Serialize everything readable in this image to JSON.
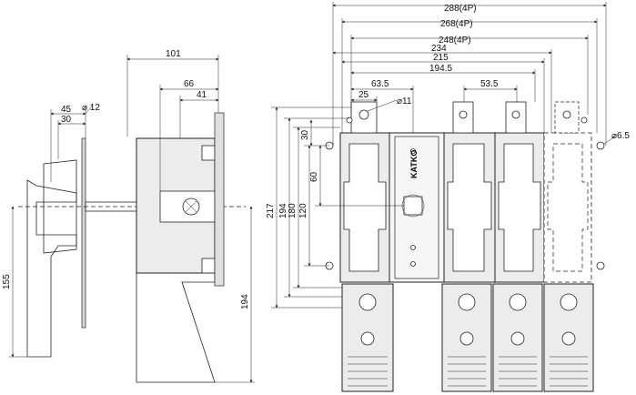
{
  "drawing": {
    "brand": "KATKO",
    "dimensions": {
      "side_view": {
        "d101": "101",
        "d66": "66",
        "d41": "41",
        "d45": "45",
        "d30": "30",
        "diameter12": "⌀ 12",
        "d155": "155",
        "d194": "194"
      },
      "front_view": {
        "d288": "288(4P)",
        "d268": "268(4P)",
        "d248": "248(4P)",
        "d234": "234",
        "d215": "215",
        "d194_5": "194.5",
        "d63_5": "63.5",
        "d53_5": "53.5",
        "d25": "25",
        "diameter11": "⌀11",
        "diameter6_5": "⌀6.5",
        "v217": "217",
        "v194": "194",
        "v180": "180",
        "v120": "120",
        "v60": "60",
        "v30": "30"
      }
    }
  }
}
